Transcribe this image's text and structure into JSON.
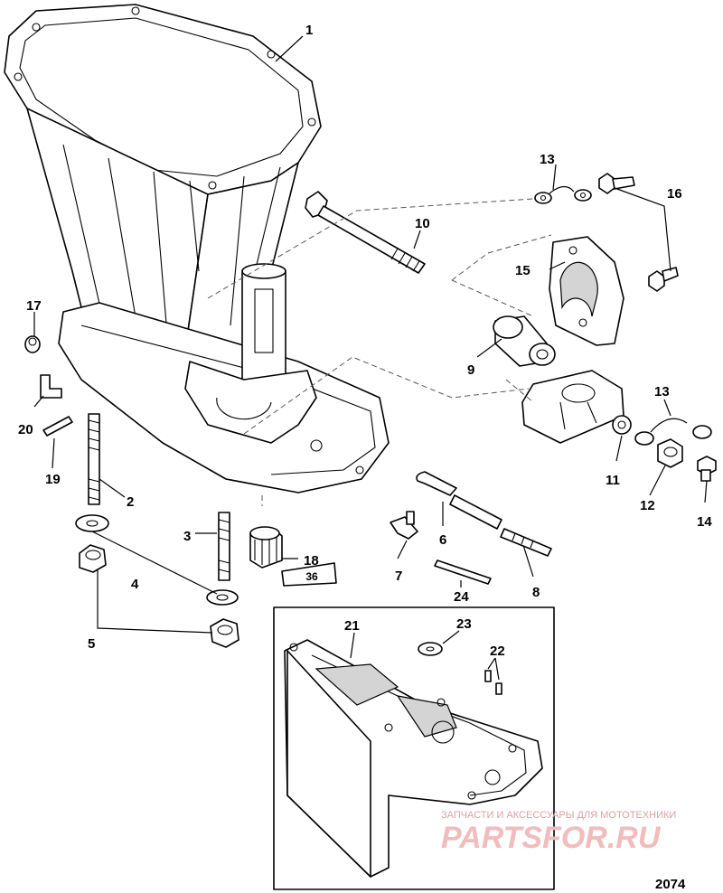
{
  "diagram_id": "2074",
  "tube_label": "36",
  "callouts": [
    "1",
    "2",
    "3",
    "4",
    "5",
    "6",
    "7",
    "8",
    "9",
    "10",
    "11",
    "12",
    "13",
    "13",
    "14",
    "15",
    "16",
    "17",
    "18",
    "19",
    "20",
    "21",
    "22",
    "23",
    "24"
  ],
  "watermark": {
    "line1": "ЗАПЧАСТИ И АКСЕССУАРЫ ДЛЯ МОТОТЕХНИКИ",
    "brand": "PARTSFOR.RU"
  },
  "colors": {
    "line": "#000000",
    "shade": "#d4d4d4",
    "watermark": "#f2bcbc"
  }
}
